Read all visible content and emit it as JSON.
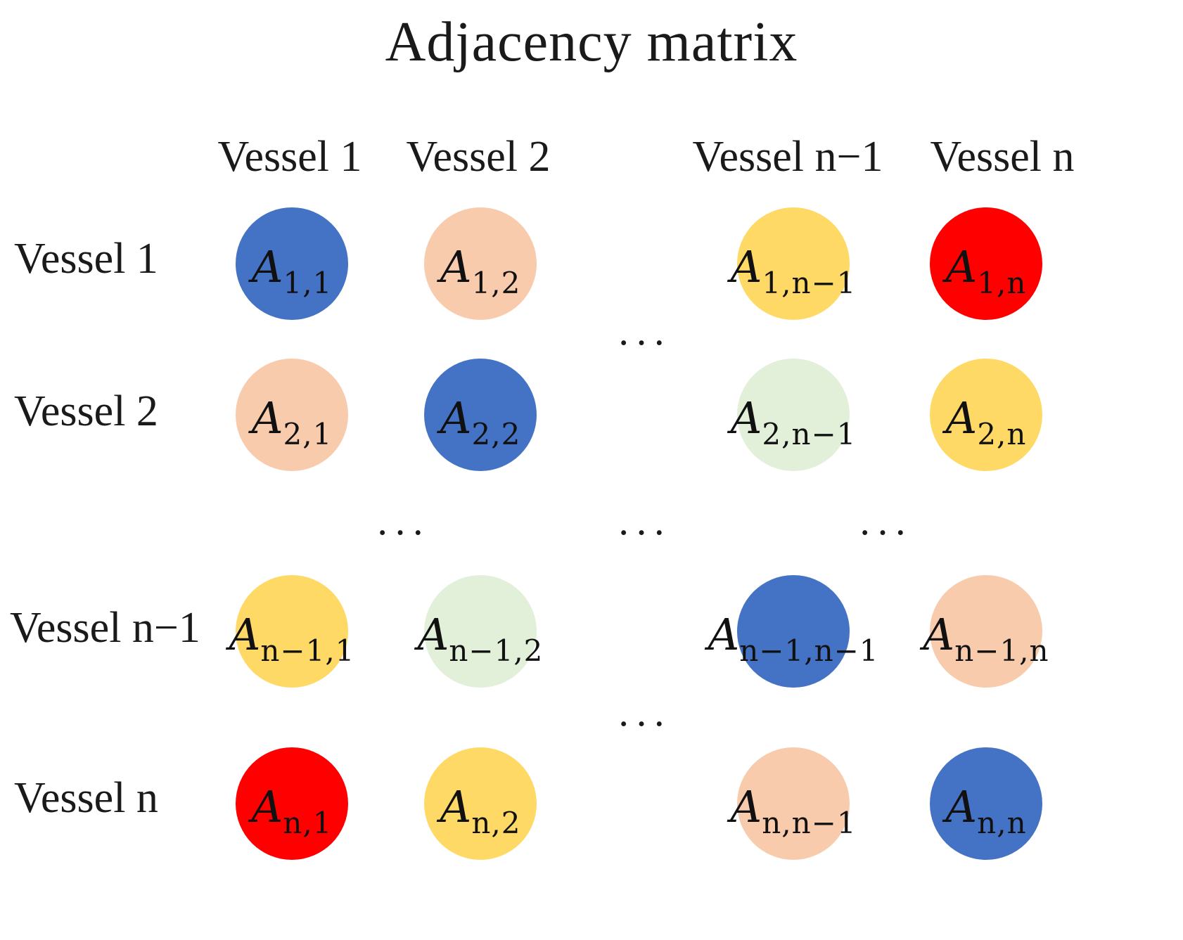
{
  "title": "Adjacency matrix",
  "column_labels": [
    "Vessel 1",
    "Vessel 2",
    "Vessel n−1",
    "Vessel n"
  ],
  "row_labels": [
    "Vessel 1",
    "Vessel 2",
    "Vessel n−1",
    "Vessel n"
  ],
  "ellipsis": "···",
  "colors": {
    "blue": "#4472c4",
    "peach": "#f8cbad",
    "yellow": "#ffd966",
    "red": "#ff0000",
    "light_green": "#e2efd9"
  },
  "cells": [
    [
      {
        "base": "A",
        "sub": "1,1",
        "color": "#4472c4"
      },
      {
        "base": "A",
        "sub": "1,2",
        "color": "#f8cbad"
      },
      {
        "base": "A",
        "sub": "1,n−1",
        "color": "#ffd966"
      },
      {
        "base": "A",
        "sub": "1,n",
        "color": "#ff0000"
      }
    ],
    [
      {
        "base": "A",
        "sub": "2,1",
        "color": "#f8cbad"
      },
      {
        "base": "A",
        "sub": "2,2",
        "color": "#4472c4"
      },
      {
        "base": "A",
        "sub": "2,n−1",
        "color": "#e2efd9"
      },
      {
        "base": "A",
        "sub": "2,n",
        "color": "#ffd966"
      }
    ],
    [
      {
        "base": "A",
        "sub": "n−1,1",
        "color": "#ffd966"
      },
      {
        "base": "A",
        "sub": "n−1,2",
        "color": "#e2efd9"
      },
      {
        "base": "A",
        "sub": "n−1,n−1",
        "color": "#4472c4"
      },
      {
        "base": "A",
        "sub": "n−1,n",
        "color": "#f8cbad"
      }
    ],
    [
      {
        "base": "A",
        "sub": "n,1",
        "color": "#ff0000"
      },
      {
        "base": "A",
        "sub": "n,2",
        "color": "#ffd966"
      },
      {
        "base": "A",
        "sub": "n,n−1",
        "color": "#f8cbad"
      },
      {
        "base": "A",
        "sub": "n,n",
        "color": "#4472c4"
      }
    ]
  ]
}
